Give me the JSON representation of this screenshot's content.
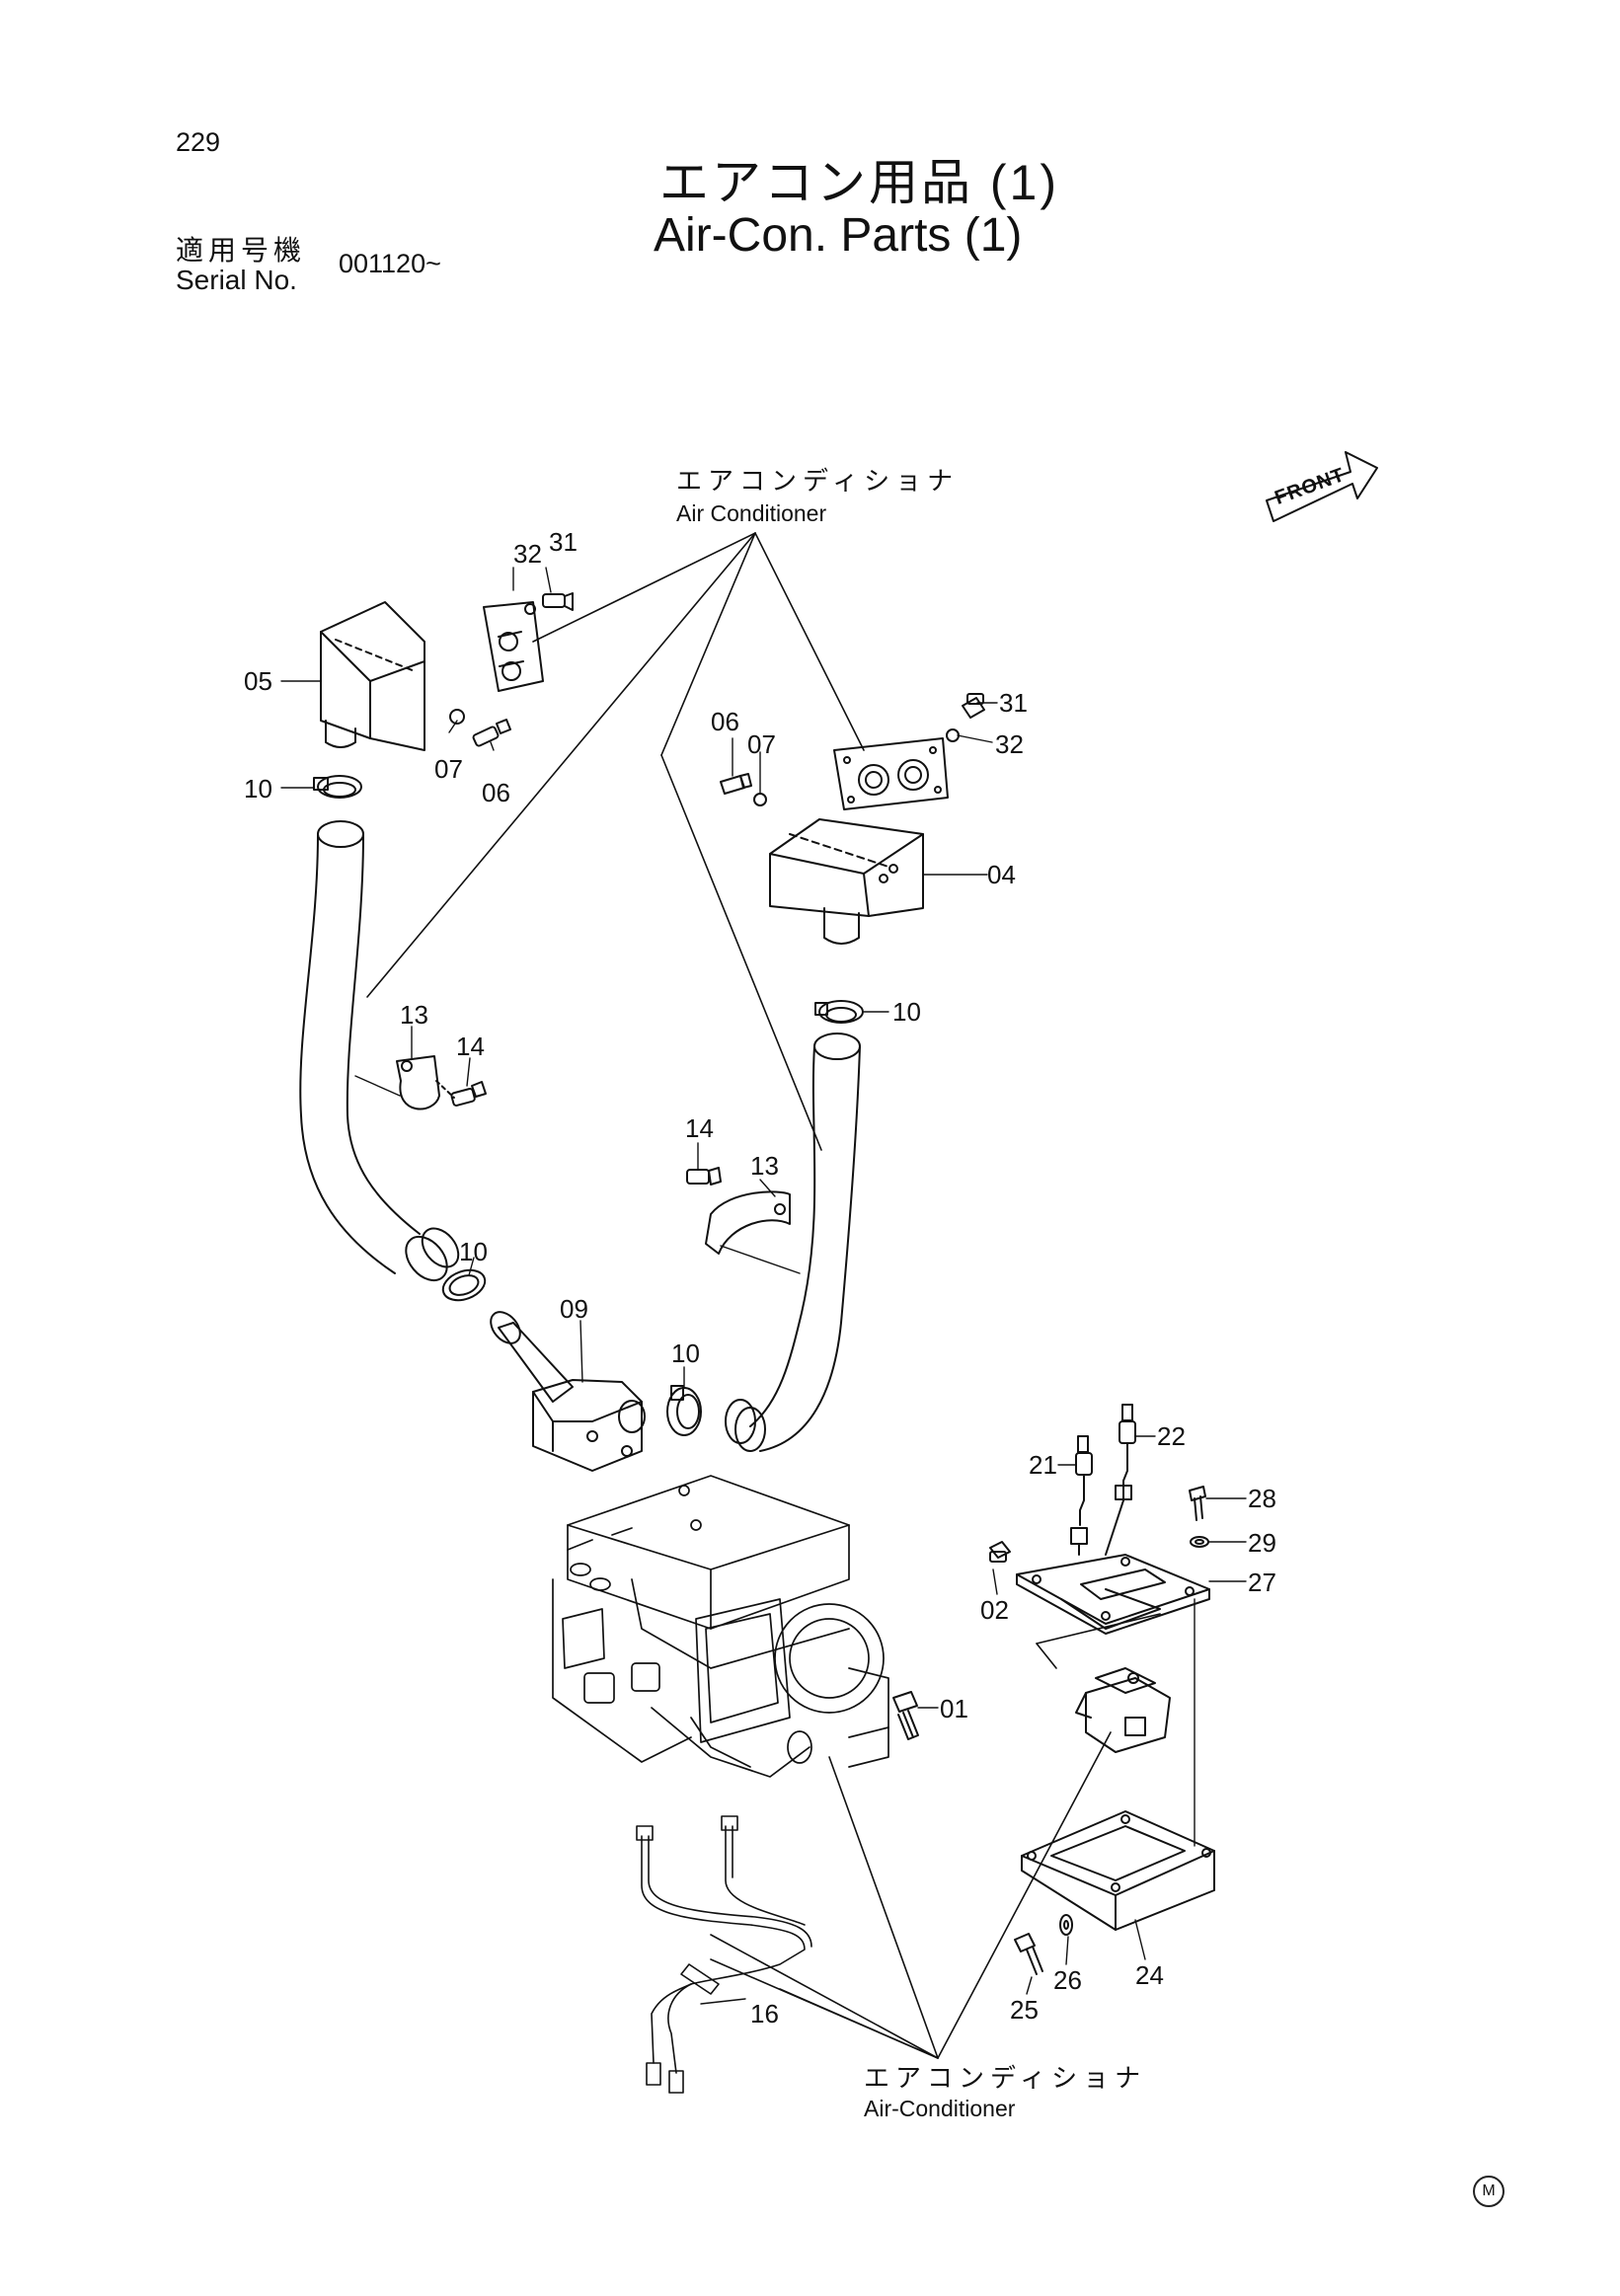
{
  "page_number": "229",
  "title": {
    "jp": "エアコン用品 (1)",
    "en": "Air-Con. Parts (1)"
  },
  "serial": {
    "label_jp": "適用号機",
    "label_en": "Serial No.",
    "value": "001120~"
  },
  "callouts": {
    "air_conditioner_top": {
      "jp": "エアコンディショナ",
      "en": "Air Conditioner"
    },
    "air_conditioner_bottom": {
      "jp": "エアコンディショナ",
      "en": "Air-Conditioner"
    }
  },
  "front_label": "FRONT",
  "manufacturer_mark": "M",
  "part_numbers": [
    "01",
    "02",
    "04",
    "05",
    "06",
    "07",
    "09",
    "10",
    "13",
    "14",
    "16",
    "21",
    "22",
    "24",
    "25",
    "26",
    "27",
    "28",
    "29",
    "31",
    "32"
  ],
  "labels": {
    "p31a": "31",
    "p32a": "32",
    "p05": "05",
    "p07a": "07",
    "p06a": "06",
    "p10a": "10",
    "p06b": "06",
    "p07b": "07",
    "p31b": "31",
    "p32b": "32",
    "p04": "04",
    "p10b": "10",
    "p13a": "13",
    "p14a": "14",
    "p14b": "14",
    "p13b": "13",
    "p10c": "10",
    "p09": "09",
    "p10d": "10",
    "p21": "21",
    "p22": "22",
    "p28": "28",
    "p29": "29",
    "p27": "27",
    "p02": "02",
    "p01": "01",
    "p16": "16",
    "p25": "25",
    "p26": "26",
    "p24": "24"
  }
}
